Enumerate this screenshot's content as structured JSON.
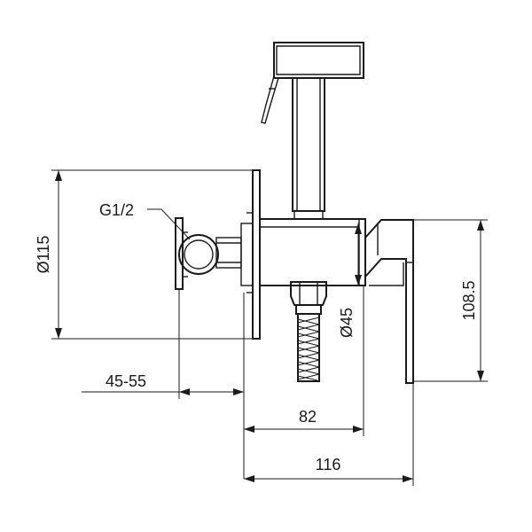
{
  "drawing": {
    "dimensions": {
      "thread": "G1/2",
      "flange_diameter": "Ø115",
      "wall_depth": "45-55",
      "outlet_diameter": "Ø45",
      "body_length": "82",
      "total_length": "116",
      "holder_height": "108.5"
    }
  }
}
